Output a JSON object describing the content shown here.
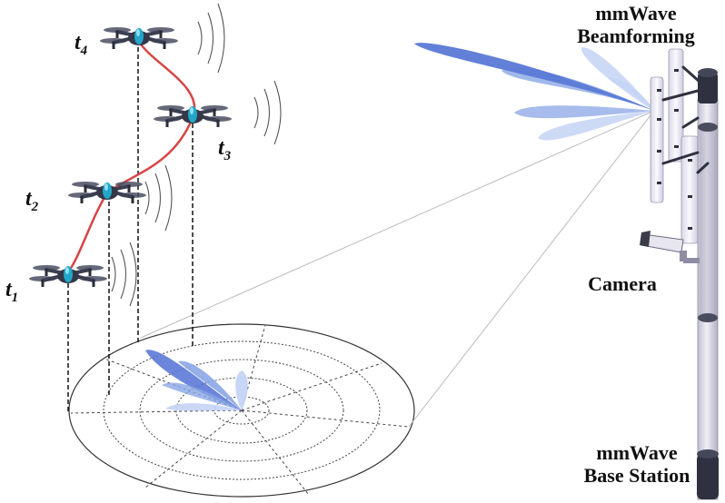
{
  "labels": {
    "mmwave_beamforming": [
      "mmWave",
      "Beamforming"
    ],
    "camera": "Camera",
    "base_station": [
      "mmWave",
      "Base Station"
    ]
  },
  "time_labels": [
    {
      "base": "t",
      "sub": "1"
    },
    {
      "base": "t",
      "sub": "2"
    },
    {
      "base": "t",
      "sub": "3"
    },
    {
      "base": "t",
      "sub": "4"
    }
  ],
  "colors": {
    "trajectory": "#d64545",
    "beam_dark": "#5b79d6",
    "beam_mid": "#8aa6e6",
    "beam_light": "#c4d4f5",
    "drone_body": "#3b3f52",
    "drone_accent": "#22a7c9",
    "pole": "#e4e2ee",
    "pole_dark": "#2f3140"
  },
  "icons": {
    "drone": "quadcopter-drone-icon",
    "signal": "signal-waves-icon",
    "camera": "security-camera-icon",
    "antenna": "antenna-panel-icon"
  }
}
